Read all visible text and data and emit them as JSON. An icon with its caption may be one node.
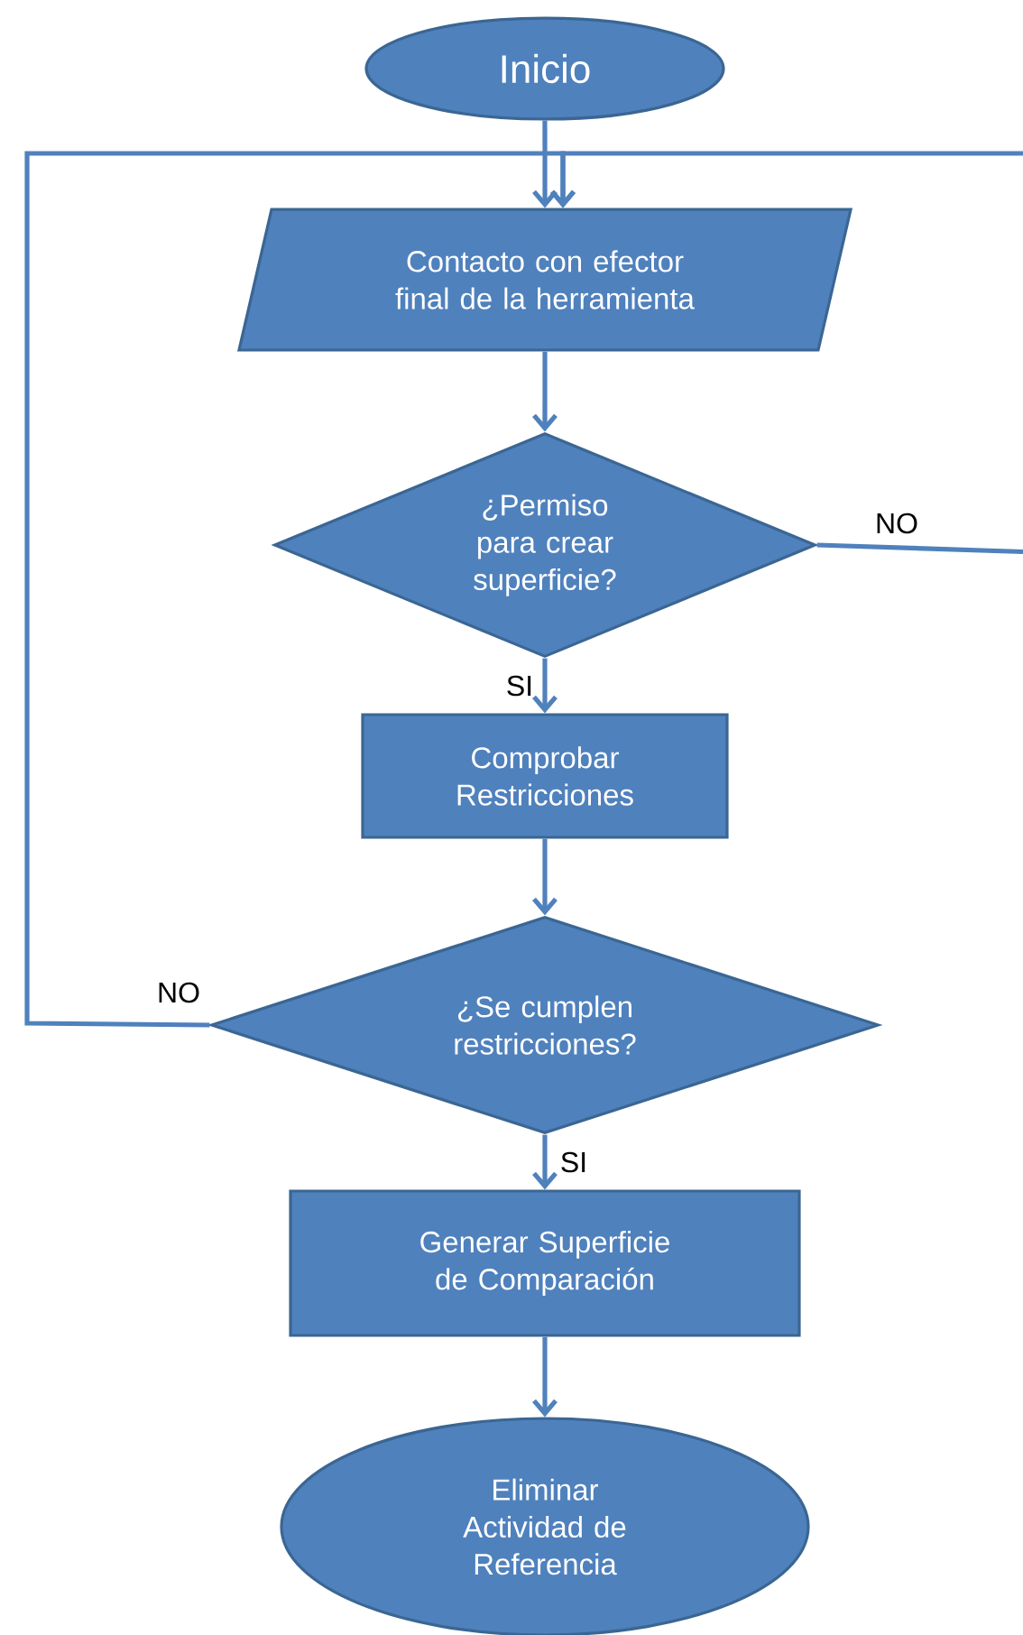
{
  "diagram": {
    "nodes": [
      {
        "text": [
          "Inicio"
        ]
      },
      {
        "text": [
          "Contacto con efector final de la herramienta"
        ]
      },
      {
        "text": [
          "¿Permiso para crear superficie?"
        ]
      },
      {
        "text": [
          "Comprobar Restricciones"
        ]
      },
      {
        "text": [
          "¿Se cumplen restricciones?"
        ]
      },
      {
        "text": [
          "Generar Superficie de Comparación"
        ]
      },
      {
        "text": [
          "Eliminar Actividad de Referencia"
        ]
      }
    ],
    "edges": [
      {
        "from": 0,
        "to": 1,
        "arrow": "to"
      },
      {
        "from": 1,
        "to": 2,
        "arrow": "to"
      },
      {
        "from": 2,
        "to": 3,
        "arrow": "to",
        "label": "SI"
      },
      {
        "from": 2,
        "to": 1,
        "arrow": "to",
        "label": "NO"
      },
      {
        "from": 3,
        "to": 4,
        "arrow": "to"
      },
      {
        "from": 4,
        "to": 1,
        "arrow": "to",
        "label": "NO"
      },
      {
        "from": 4,
        "to": 5,
        "arrow": "to",
        "label": "SI"
      },
      {
        "from": 5,
        "to": 6,
        "arrow": "to"
      }
    ]
  }
}
